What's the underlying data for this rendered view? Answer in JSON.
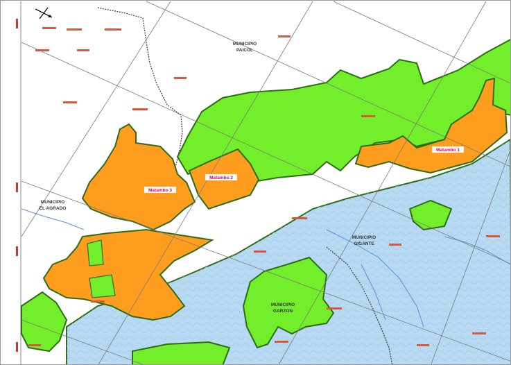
{
  "municipalities": [
    {
      "id": "paicol",
      "line1": "MUNICIPIO",
      "line2": "PAICOL"
    },
    {
      "id": "el-agrado",
      "line1": "MUNICIPIO",
      "line2": "EL AGRADO"
    },
    {
      "id": "gigante",
      "line1": "MUNICIPIO",
      "line2": "GIGANTE"
    },
    {
      "id": "garzon",
      "line1": "MUNICIPIO",
      "line2": "GARZON"
    }
  ],
  "zones": [
    {
      "id": "matambo-1",
      "label": "Matambo 1"
    },
    {
      "id": "matambo-2",
      "label": "Matambo 2"
    },
    {
      "id": "matambo-3",
      "label": "Matambo 3"
    }
  ],
  "colors": {
    "reservoir": "#b7d9f2",
    "reservoir_texture": "#9cc6e8",
    "buffer_green": "#72ee2a",
    "zone_orange": "#ff9d1f",
    "boundary": "#2e6d17",
    "grid": "#7a7a7a",
    "municipal_border": "#444444",
    "river": "#5b8fd6",
    "zone_label": "#e8004c"
  },
  "icons": {
    "compass": "compass-icon"
  }
}
